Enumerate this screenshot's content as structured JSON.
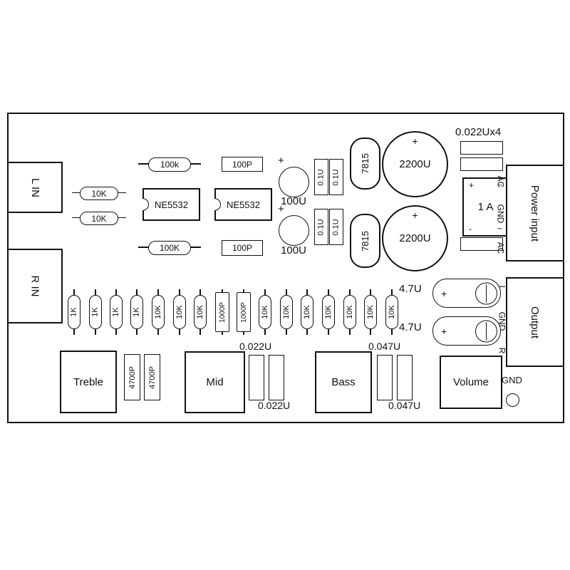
{
  "io": {
    "l_in": "L IN",
    "r_in": "R IN"
  },
  "components": {
    "r_100k": "100k",
    "c_100p_a": "100P",
    "c_100p_b": "100P",
    "r_10k_a": "10K",
    "r_10k_b": "10K",
    "r_100K": "100K",
    "ic_a": "NE5532",
    "ic_b": "NE5532",
    "plus": "+",
    "c_100u_a": "100U",
    "c_100u_b": "100U",
    "c_01u": "0.1U",
    "reg_a": "7815",
    "reg_b": "7815",
    "c_2200u_a": "2200U",
    "c_2200u_b": "2200U",
    "c_022x4": "0.022Ux4",
    "bridge_plus": "+",
    "bridge_tilde": "~",
    "bridge_label": "1 A",
    "bridge_minus": "-",
    "c_47u_a": "4.7U",
    "c_47u_b": "4.7U"
  },
  "right_panel": {
    "power_input": "Power input",
    "ac_top": "AC",
    "gnd_mid": "GND",
    "ac_bottom": "AC",
    "output": "Output",
    "out_l": "L",
    "out_gnd": "GND",
    "out_r": "R"
  },
  "resistor_row": [
    "1K",
    "1K",
    "1K",
    "1K",
    "10K",
    "10K",
    "10K",
    "1000P",
    "1000P",
    "10K",
    "10K",
    "10K",
    "10K",
    "10K",
    "10K",
    "10K"
  ],
  "bottom_row": {
    "treble": "Treble",
    "c_4700p_a": "4700P",
    "c_4700p_b": "4700P",
    "mid": "Mid",
    "c_022u_top": "0.022U",
    "c_022u_bottom": "0.022U",
    "bass": "Bass",
    "c_047u_top": "0.047U",
    "c_047u_bottom": "0.047U",
    "volume": "Volume",
    "gnd": "GND"
  }
}
